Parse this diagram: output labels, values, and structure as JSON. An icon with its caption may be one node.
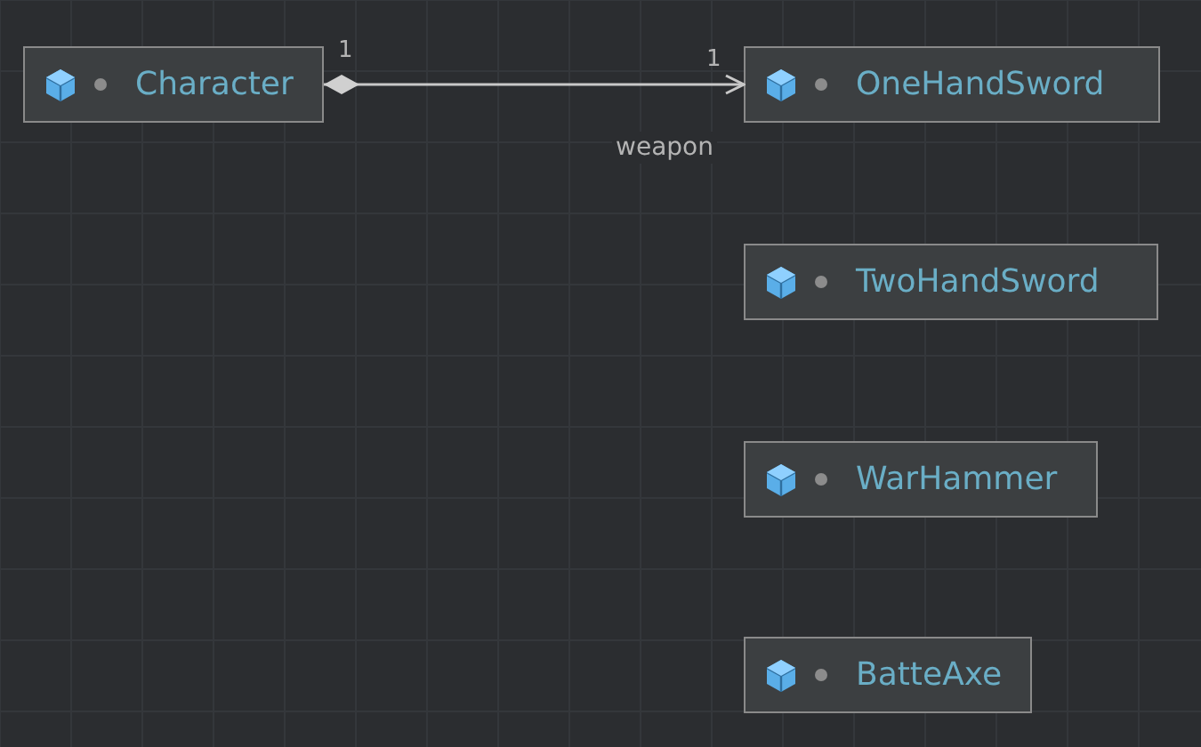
{
  "diagram": {
    "nodes": [
      {
        "text": [
          "Character"
        ]
      },
      {
        "text": [
          "OneHandSword"
        ]
      },
      {
        "text": [
          "TwoHandSword"
        ]
      },
      {
        "text": [
          "WarHammer"
        ]
      },
      {
        "text": [
          "BatteAxe"
        ]
      }
    ],
    "edges": [
      {
        "from": 0,
        "to": 1,
        "arrow": "to",
        "label": "weapon"
      }
    ],
    "labels": [
      "1",
      "1"
    ]
  }
}
